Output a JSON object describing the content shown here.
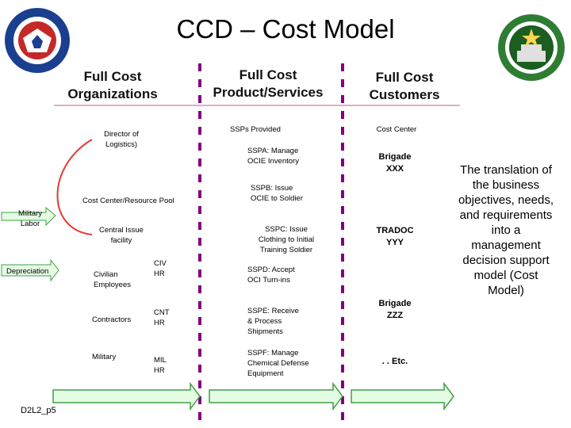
{
  "title": "CCD – Cost Model",
  "columns": {
    "organizations": "Full Cost\nOrganizations",
    "products": "Full Cost\nProduct/Services",
    "customers": "Full Cost\nCustomers"
  },
  "organizations": {
    "director": "Director of\nLogistics)",
    "cost_center_pool": "Cost Center/Resource Pool",
    "military_labor": "Military\nLabor",
    "central_issue": "Central Issue\nfacility",
    "depreciation": "Depreciation",
    "civilian": "Civilian\nEmployees",
    "contractors": "Contractors",
    "military": "Military",
    "civ_hr": "CIV\nHR",
    "cnt_hr": "CNT\nHR",
    "mil_hr": "MIL\nHR"
  },
  "products": {
    "header": "SSPs Provided",
    "items": [
      "SSPA: Manage\nOCIE Inventory",
      "SSPB: Issue\nOCIE to Soldier",
      "SSPC: Issue\nClothing to Initial\nTraining Soldier",
      "SSPD: Accept\nOCI Turn-ins",
      "SSPE: Receive\n& Process\nShipments",
      "SSPF: Manage\nChemical Defense\nEquipment"
    ]
  },
  "customers": {
    "header": "Cost Center",
    "items": [
      "Brigade\nXXX",
      "TRADOC\nYYY",
      "Brigade\nZZZ"
    ],
    "etc": ". . Etc."
  },
  "side_text": "The translation of the business objectives, needs, and requirements into a management decision support model (Cost Model)",
  "footer_code": "D2L2_p5",
  "colors": {
    "divider": "#800080",
    "arrow_fill": "#e4fbe4",
    "arrow_stroke": "#43a047",
    "curve": "#e53935",
    "rule": "#b06090"
  }
}
